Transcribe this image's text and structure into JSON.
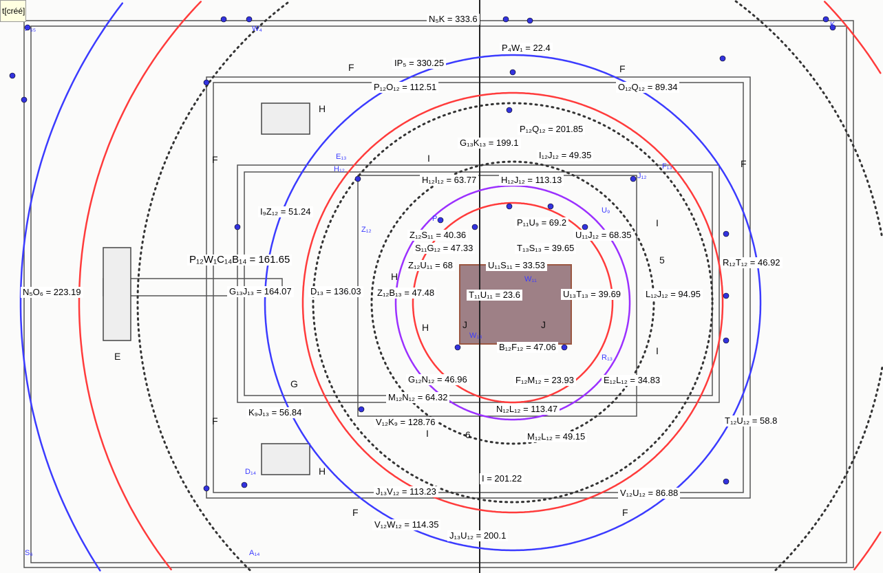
{
  "tooltip": "t[créé]",
  "colors": {
    "red": "#ff3b3b",
    "blue": "#3b3bff",
    "purple": "#9b30ff",
    "dotted": "#333333",
    "fill": "#8e6b72",
    "point": "#3333dd"
  },
  "measurements": [
    "N₅K = 333.6",
    "P₄W₁ = 22.4",
    "IP₅ = 330.25",
    "P₁₂O₁₂ = 112.51",
    "O₁₂Q₁₂ = 89.34",
    "P₁₂Q₁₂ = 201.85",
    "G₁₃K₁₃ = 199.1",
    "I₁₂J₁₂ = 49.35",
    "H₁₂I₁₂ = 63.77",
    "H₁₂J₁₂ = 113.13",
    "I₉Z₁₂ = 51.24",
    "P₁₁U₉ = 69.2",
    "Z₁₂S₁₁ = 40.36",
    "U₁₁J₁₂ = 68.35",
    "S₁₁G₁₂ = 47.33",
    "T₁₃S₁₃ = 39.65",
    "R₁₂T₁₂ = 46.92",
    "P₁₂W₁C₁₄B₁₄ = 161.65",
    "Z₁₂U₁₁ = 68",
    "U₁₁S₁₁ = 33.53",
    "N₅O₆ = 223.19",
    "G₁₃J₁₃ = 164.07",
    "D₁₃ = 136.03",
    "Z₁₂B₁₃ = 47.48",
    "T₁₁U₁₁ = 23.6",
    "U₁₃T₁₃ = 39.69",
    "L₁₂J₁₂ = 94.95",
    "B₁₂F₁₂ = 47.06",
    "G₁₂N₁₂ = 46.96",
    "F₁₂M₁₂ = 23.93",
    "E₁₂L₁₂ = 34.83",
    "M₁₂N₁₂ = 64.32",
    "N₁₂L₁₂ = 113.47",
    "K₉J₁₃ = 56.84",
    "T₁₂U₁₂ = 58.8",
    "V₁₂K₉ = 128.76",
    "M₁₂L₁₂ = 49.15",
    "I = 201.22",
    "J₁₃V₁₂ = 113.23",
    "V₁₂U₁₂ = 86.88",
    "V₁₂W₁₂ = 114.35",
    "J₁₃U₁₂ = 200.1"
  ],
  "regions": [
    "F",
    "F",
    "F",
    "F",
    "F",
    "F",
    "F",
    "H",
    "H",
    "H",
    "H",
    "I",
    "I",
    "I",
    "I",
    "E",
    "5",
    "6",
    "G",
    "J",
    "J"
  ],
  "points": [
    "P₅₅",
    "W₄",
    "K",
    "A₁₄",
    "S₆",
    "H₁₂",
    "J₁₂",
    "Z₁₂",
    "P₁₁",
    "U₉",
    "W₁₁",
    "F₁₃",
    "E₁₃",
    "R₁₃",
    "D₁₄",
    "W₁₃"
  ]
}
